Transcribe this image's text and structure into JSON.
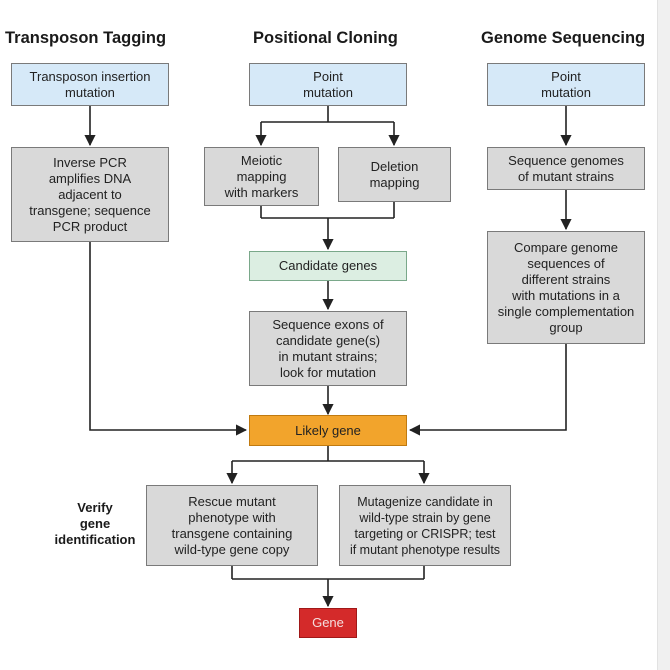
{
  "headings": {
    "transposon": "Transposon Tagging",
    "positional": "Positional Cloning",
    "genome": "Genome Sequencing"
  },
  "nodes": {
    "transposon_insertion": "Transposon insertion\nmutation",
    "inverse_pcr": "Inverse PCR\namplifies DNA\nadjacent to\ntransgene; sequence\nPCR product",
    "point_mutation_positional": "Point\nmutation",
    "meiotic_mapping": "Meiotic\nmapping\nwith markers",
    "deletion_mapping": "Deletion\nmapping",
    "candidate_genes": "Candidate genes",
    "sequence_exons": "Sequence exons of\ncandidate gene(s)\nin mutant strains;\nlook for mutation",
    "point_mutation_genome": "Point\nmutation",
    "sequence_genomes": "Sequence genomes\nof mutant strains",
    "compare_genome": "Compare genome\nsequences of\ndifferent strains\nwith mutations in a\nsingle complementation\ngroup",
    "likely_gene": "Likely gene",
    "rescue_mutant": "Rescue mutant\nphenotype with\ntransgene containing\nwild-type gene copy",
    "mutagenize": "Mutagenize candidate in\nwild-type strain by gene\ntargeting or CRISPR; test\nif mutant phenotype results",
    "gene": "Gene"
  },
  "side_label": "Verify\ngene\nidentification",
  "colors": {
    "blue_box": "#d6e9f8",
    "gray_box": "#d9d9d9",
    "green_box": "#dceee2",
    "orange_box": "#f2a42c",
    "red_box": "#d42a2a",
    "connector": "#222222"
  }
}
